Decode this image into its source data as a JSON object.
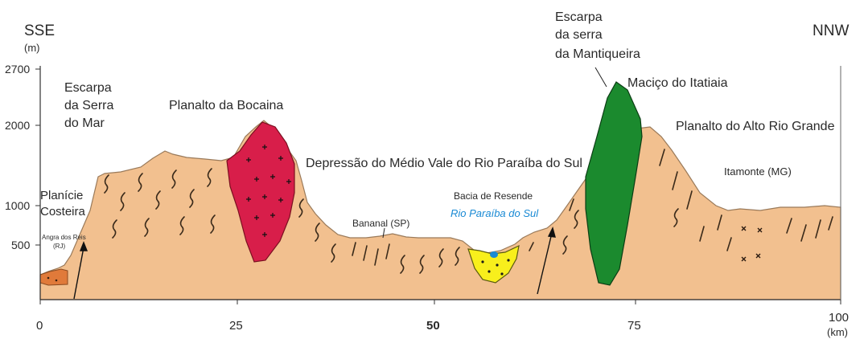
{
  "directions": {
    "left": "SSE",
    "right": "NNW"
  },
  "axis": {
    "y_unit": "(m)",
    "y_ticks": [
      "2700",
      "2000",
      "1000",
      "500"
    ],
    "x_ticks": [
      "0",
      "25",
      "50",
      "75",
      "100"
    ],
    "x_unit": "(km)"
  },
  "labels": {
    "planicie_1": "Planície",
    "planicie_2": "Costeira",
    "angra_1": "Angra dos Reis",
    "angra_2": "(RJ)",
    "escarpa_mar_1": "Escarpa",
    "escarpa_mar_2": "da Serra",
    "escarpa_mar_3": "do Mar",
    "planalto_bocaina": "Planalto da Bocaina",
    "depressao": "Depressão do Médio Vale do Rio Paraíba do Sul",
    "bananal": "Bananal (SP)",
    "bacia_resende": "Bacia de Resende",
    "rio_paraiba": "Rio Paraíba do Sul",
    "escarpa_mant_1": "Escarpa",
    "escarpa_mant_2": "da serra",
    "escarpa_mant_3": "da Mantiqueira",
    "macico": "Maciço do Itatiaia",
    "planalto_alto": "Planalto do Alto Rio Grande",
    "itamonte": "Itamonte (MG)"
  },
  "colors": {
    "terrain": "#f2c08f",
    "granite_bocaina": "#d81e4a",
    "itatiaia": "#1b8a2e",
    "resende_basin": "#f8ef1c",
    "coastal": "#e07a3a",
    "river_label": "#1a8ad4"
  }
}
